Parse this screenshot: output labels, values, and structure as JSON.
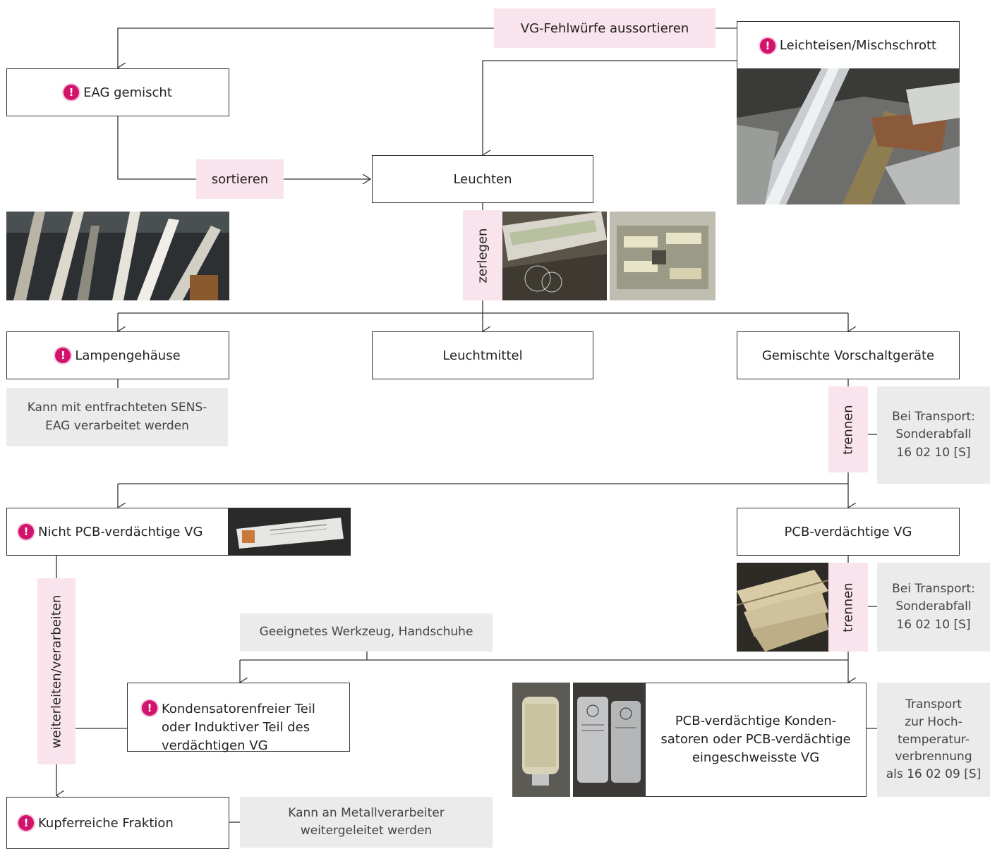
{
  "labels": {
    "vg_fehlwuerfe": "VG-Fehlwürfe aussortieren",
    "sortieren": "sortieren",
    "zerlegen": "zerlegen",
    "trennen_1": "trennen",
    "trennen_2": "trennen",
    "weiterleiten": "weiterleiten/verarbeiten"
  },
  "boxes": {
    "eag_gemischt": "EAG gemischt",
    "leuchten": "Leuchten",
    "leichteisen": "Leichteisen/Mischschrott",
    "lampengehaeuse": "Lampengehäuse",
    "leuchtmittel": "Leuchtmittel",
    "gemischte_vg": "Gemischte Vorschaltgeräte",
    "nicht_pcb": "Nicht PCB-verdächtige VG",
    "pcb_vg": "PCB-verdächtige VG",
    "kondensatorenfrei": "Kondensatorenfreier Teil\noder Induktiver Teil des\nverdächtigen VG",
    "pcb_kondensatoren": "PCB-verdächtige Konden-\nsatoren oder PCB-verdächtige\neingeschweisste VG",
    "kupferreich": "Kupferreiche Fraktion"
  },
  "notes": {
    "sens_eag": "Kann mit entfrachteten SENS-\nEAG verarbeitet werden",
    "transport_1": "Bei Transport:\nSonderabfall\n16 02 10 [S]",
    "transport_2": "Bei Transport:\nSonderabfall\n16 02 10 [S]",
    "werkzeug": "Geeignetes Werkzeug, Handschuhe",
    "hochtemperatur": "Transport\nzur Hoch-\ntemperatur-\nverbrennung\nals 16 02 09 [S]",
    "metallverarbeiter": "Kann an Metallverarbeiter\nweitergeleitet werden"
  },
  "colors": {
    "warning": "#d1136b",
    "label_bg": "#f9e3ec",
    "note_bg": "#ebebeb",
    "line": "#333333"
  },
  "icons": {
    "warning": "exclamation-circle-icon"
  }
}
